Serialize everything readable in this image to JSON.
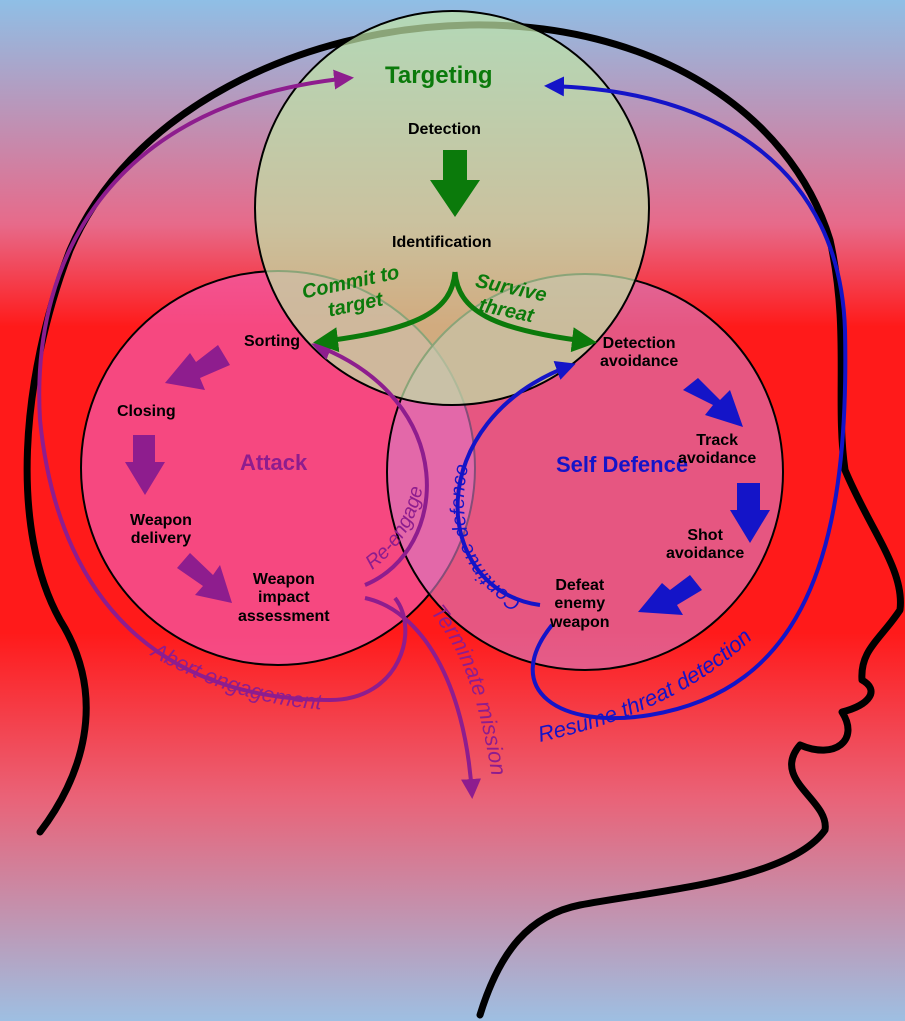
{
  "circles": {
    "targeting": {
      "title": "Targeting",
      "steps": {
        "detection": "Detection",
        "identification": "Identification"
      }
    },
    "attack": {
      "title": "Attack",
      "steps": {
        "sorting": "Sorting",
        "closing": "Closing",
        "weapon_delivery_1": "Weapon",
        "weapon_delivery_2": "delivery",
        "weapon_impact_1": "Weapon",
        "weapon_impact_2": "impact",
        "weapon_impact_3": "assessment"
      }
    },
    "self_defence": {
      "title_1": "Self",
      "title_2": "Defence",
      "steps": {
        "detection_avoidance_1": "Detection",
        "detection_avoidance_2": "avoidance",
        "track_avoidance_1": "Track",
        "track_avoidance_2": "avoidance",
        "shot_avoidance_1": "Shot",
        "shot_avoidance_2": "avoidance",
        "defeat_1": "Defeat",
        "defeat_2": "enemy",
        "defeat_3": "weapon"
      }
    }
  },
  "transitions": {
    "commit_1": "Commit to",
    "commit_2": "target",
    "survive_1": "Survive",
    "survive_2": "threat",
    "re_engage": "Re-engage",
    "continue_defence": "Continue defence",
    "abort_engagement": "Abort engagement",
    "terminate_mission": "Terminate mission",
    "resume_threat_detection": "Resume threat detection"
  },
  "colors": {
    "targeting": "#0b7a0b",
    "attack": "#8e1d8e",
    "self_defence": "#1414c8",
    "background_edge": "#8fbfe6",
    "background_center": "#ff1a1a"
  }
}
